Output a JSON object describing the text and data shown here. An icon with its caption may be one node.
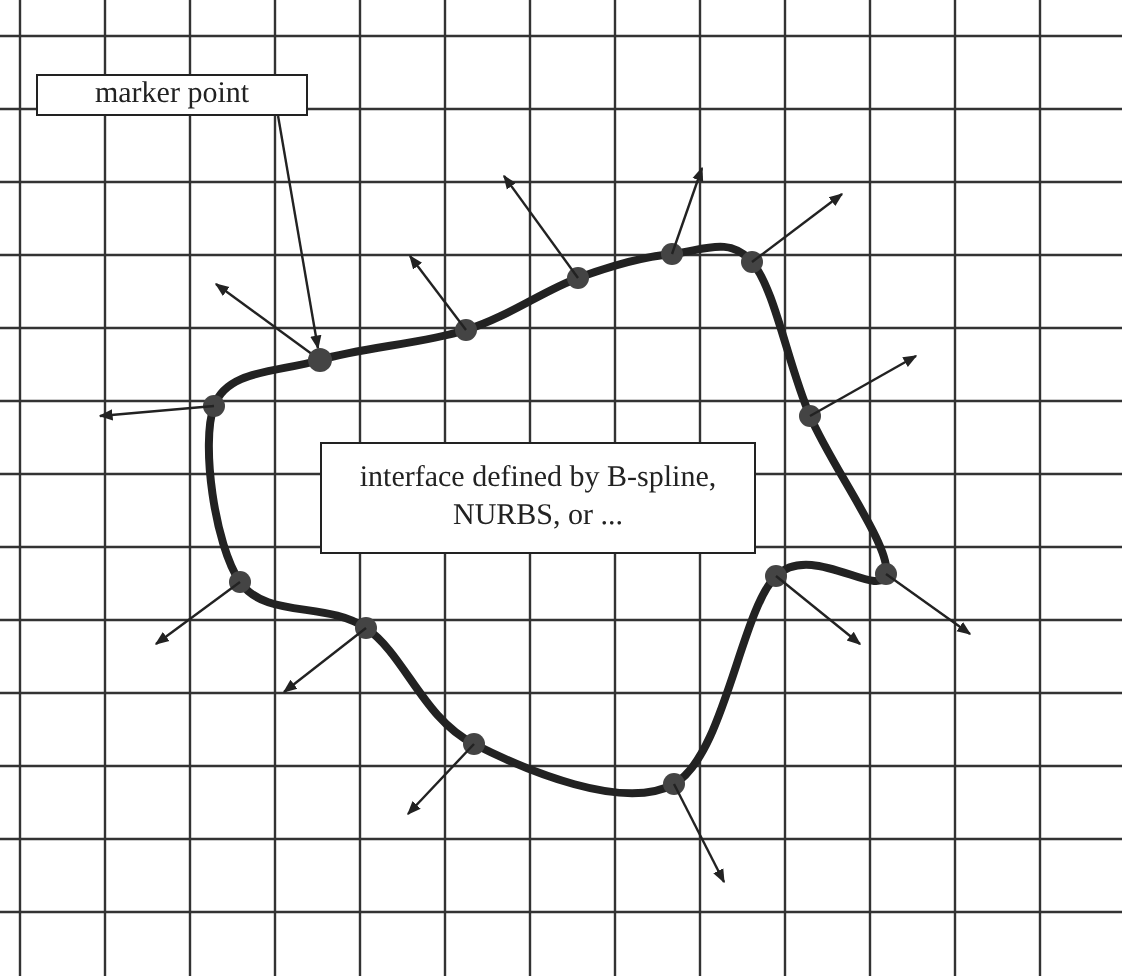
{
  "diagram": {
    "nodes": [
      {
        "text": [
          "marker point"
        ]
      },
      {
        "text": [],
        "shape": "circle"
      },
      {
        "text": [
          "interface defined by B-spline, NURBS, or ..."
        ]
      }
    ],
    "edges": [
      {
        "from": 0,
        "to": 1,
        "arrow": "to"
      }
    ]
  }
}
